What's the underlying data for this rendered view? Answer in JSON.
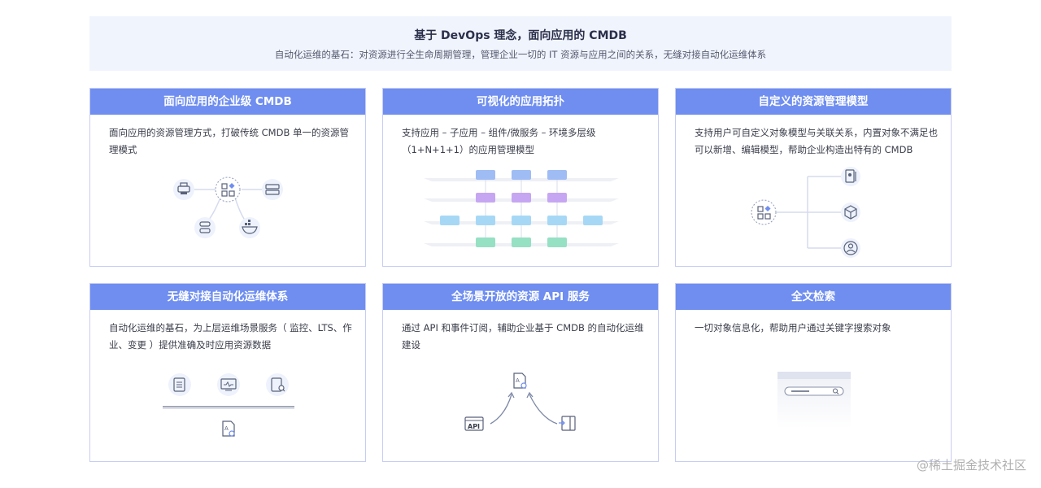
{
  "banner": {
    "title": "基于 DevOps 理念，面向应用的 CMDB",
    "subtitle": "自动化运维的基石：对资源进行全生命周期管理，管理企业一切的 IT 资源与应用之间的关系，无缝对接自动化运维体系"
  },
  "cards": [
    {
      "title": "面向应用的企业级 CMDB",
      "desc": "面向应用的资源管理方式，打破传统 CMDB 单一的资源管理模式"
    },
    {
      "title": "可视化的应用拓扑",
      "desc": "支持应用 – 子应用 – 组件/微服务 – 环境多层级（1+N+1+1）的应用管理模型"
    },
    {
      "title": "自定义的资源管理模型",
      "desc": "支持用户可自定义对象模型与关联关系，内置对象不满足也可以新增、编辑模型，帮助企业构造出特有的 CMDB"
    },
    {
      "title": "无缝对接自动化运维体系",
      "desc": "自动化运维的基石，为上层运维场景服务（ 监控、LTS、作业、变更 ）提供准确及时应用资源数据"
    },
    {
      "title": "全场景开放的资源 API 服务",
      "desc": "通过 API 和事件订阅，辅助企业基于 CMDB 的自动化运维建设"
    },
    {
      "title": "全文检索",
      "desc": "一切对象信息化，帮助用户通过关键字搜索对象"
    }
  ],
  "icons": {
    "api_label": "API"
  },
  "watermark": "@稀土掘金技术社区",
  "colors": {
    "header_blue": "#6f8ef0",
    "card_border": "#c6cdf3",
    "banner_bg": "#f0f4fd",
    "node_blue": "#9fbcf5",
    "node_purple": "#c6a6f2",
    "node_lightblue": "#a6d8f6",
    "node_green": "#96e0c4"
  }
}
